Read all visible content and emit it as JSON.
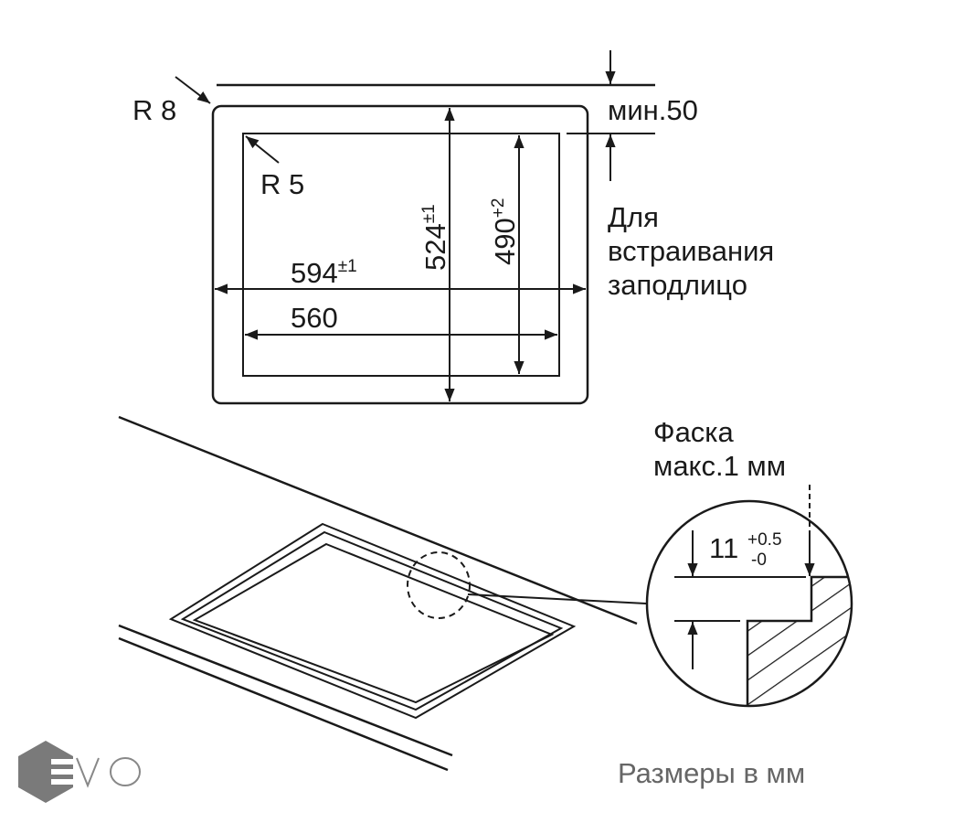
{
  "top_view": {
    "r_outer": "R 8",
    "r_inner": "R 5",
    "min_gap": "мин.50",
    "width_outer": {
      "value": "594",
      "tol": "±1"
    },
    "width_inner": "560",
    "depth_outer": {
      "value": "524",
      "tol": "±1"
    },
    "depth_inner": {
      "value": "490",
      "tol": "+2"
    },
    "flush_note": [
      "Для",
      "встраивания",
      "заподлицо"
    ]
  },
  "detail": {
    "chamfer": [
      "Фаска",
      "макс.1 мм"
    ],
    "depth": {
      "value": "11",
      "tol_plus": "+0.5",
      "tol_minus": "-0"
    }
  },
  "units_note": "Размеры в мм",
  "logo": "EVO"
}
